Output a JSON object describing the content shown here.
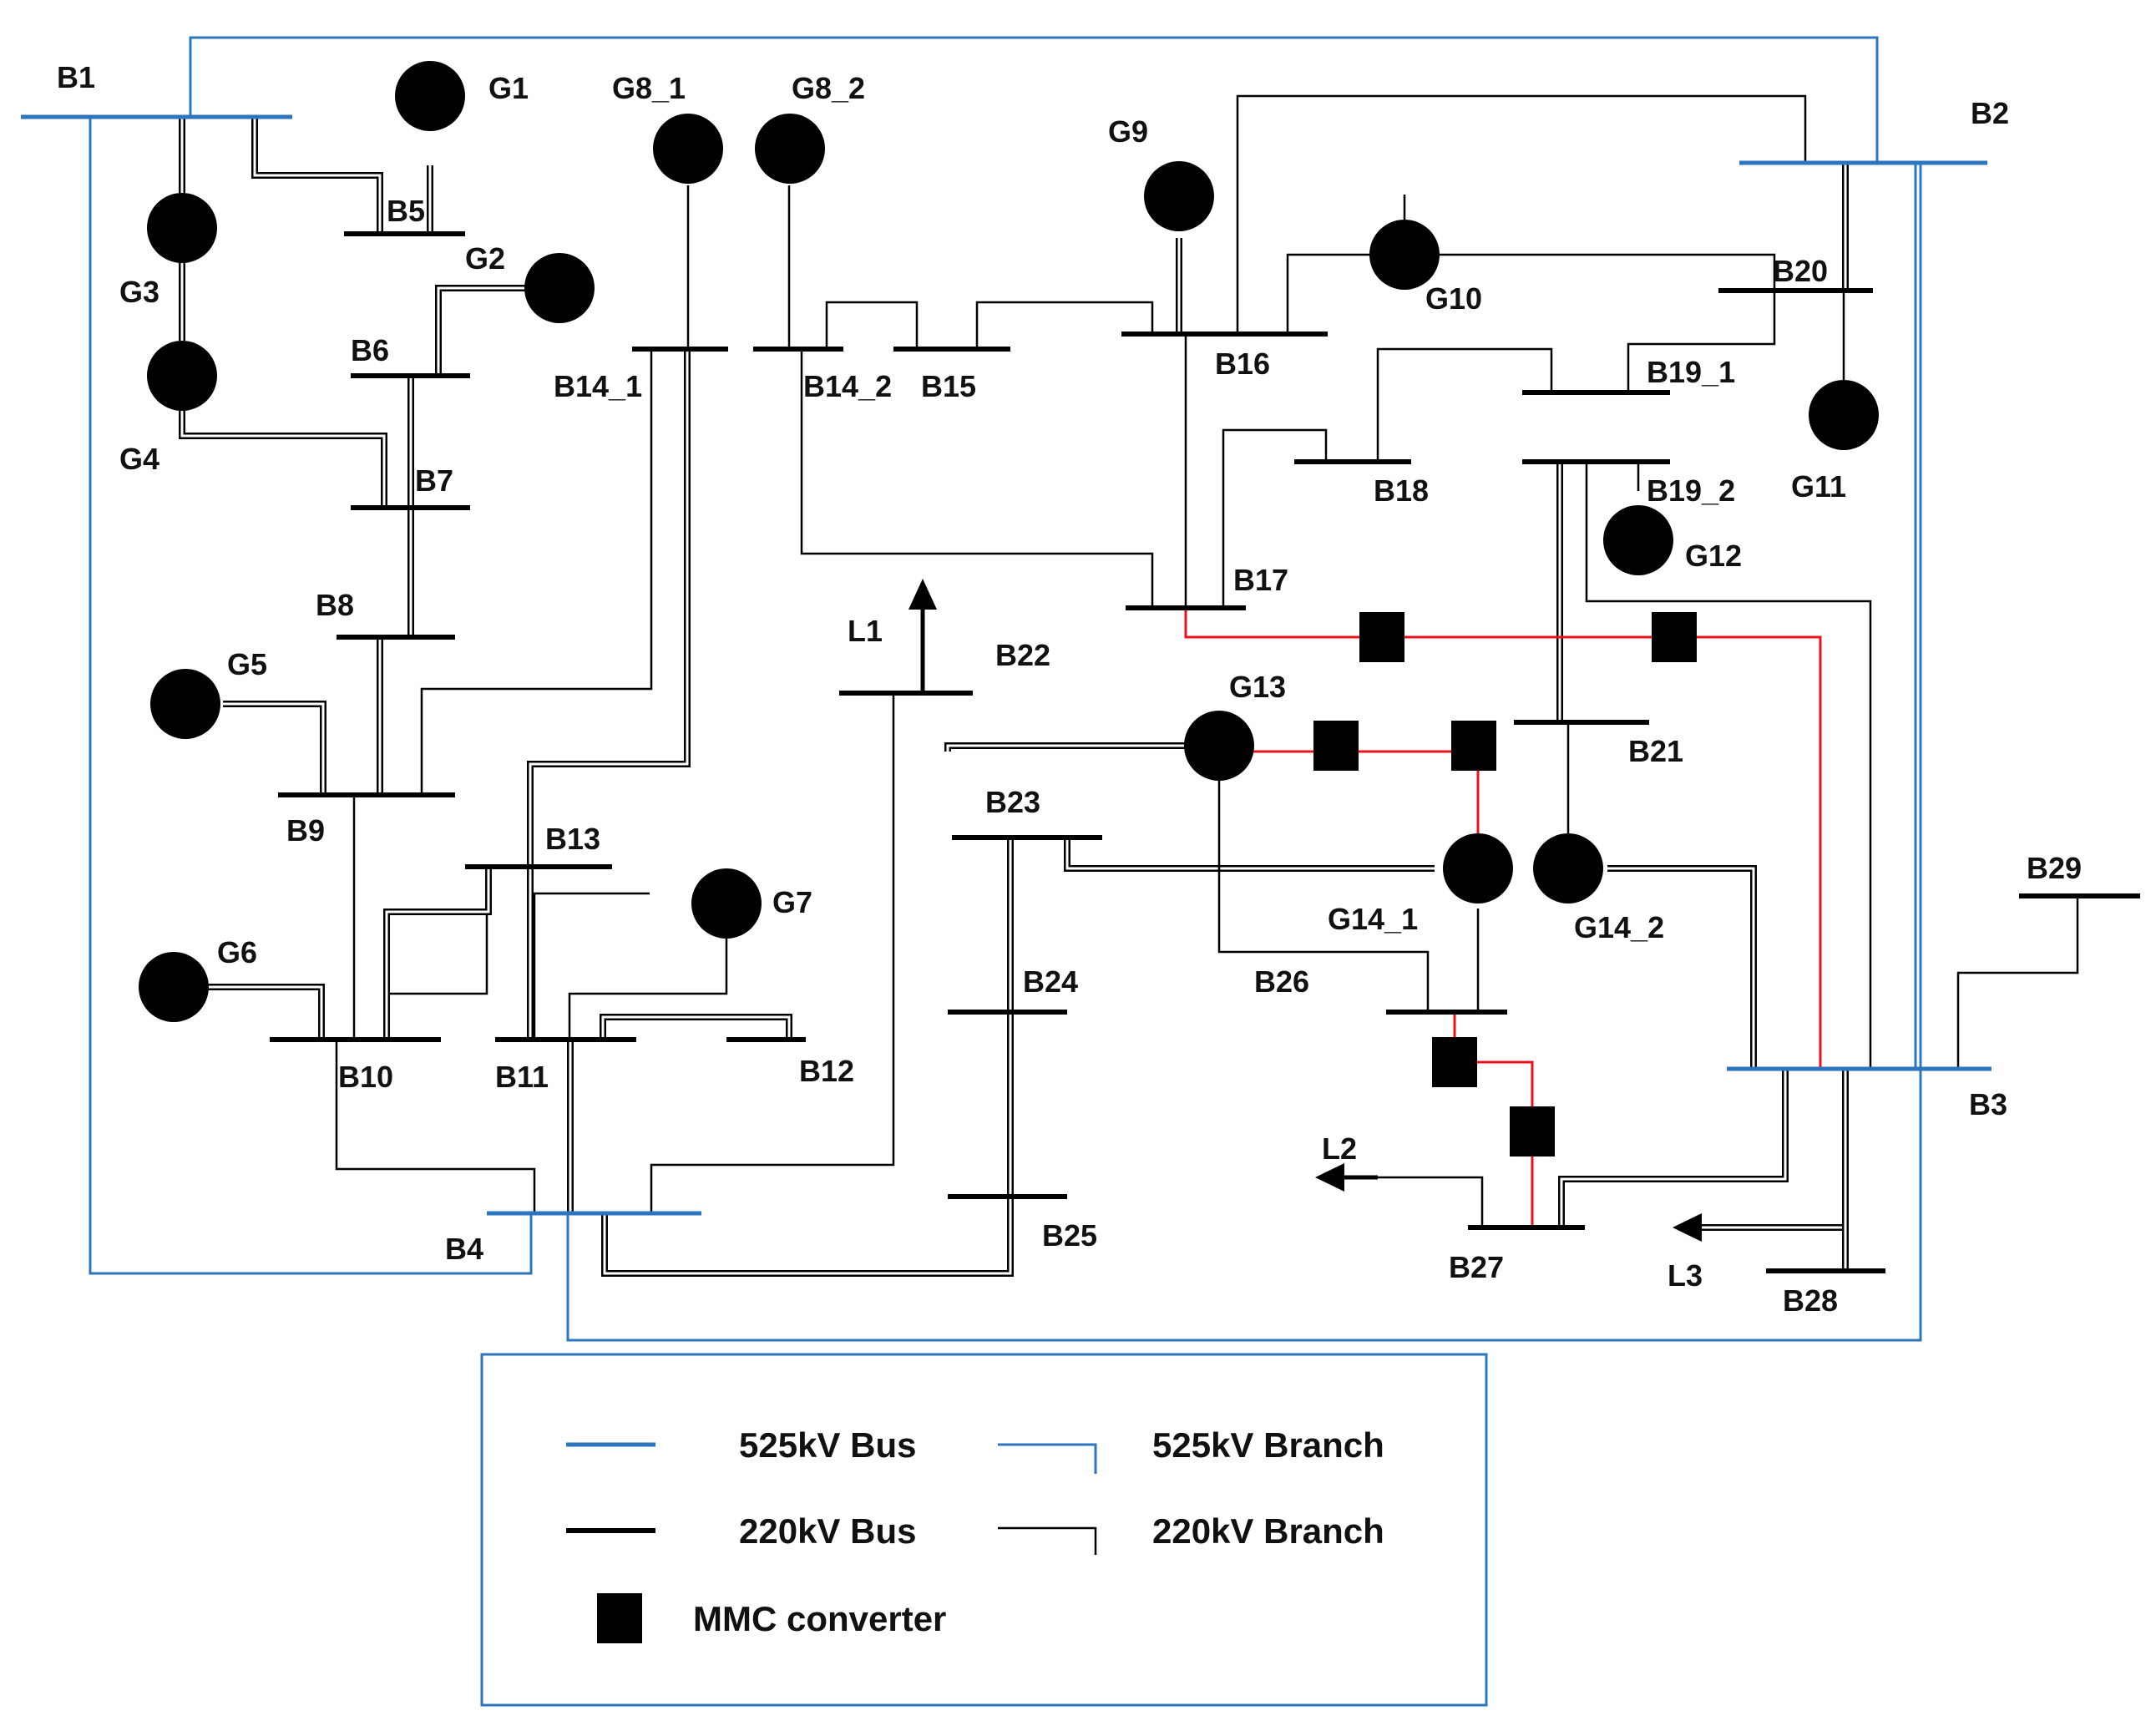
{
  "buses": {
    "B1": "B1",
    "B2": "B2",
    "B3": "B3",
    "B4": "B4",
    "B5": "B5",
    "B6": "B6",
    "B7": "B7",
    "B8": "B8",
    "B9": "B9",
    "B10": "B10",
    "B11": "B11",
    "B12": "B12",
    "B13": "B13",
    "B14_1": "B14_1",
    "B14_2": "B14_2",
    "B15": "B15",
    "B16": "B16",
    "B17": "B17",
    "B18": "B18",
    "B19_1": "B19_1",
    "B19_2": "B19_2",
    "B20": "B20",
    "B21": "B21",
    "B22": "B22",
    "B23": "B23",
    "B24": "B24",
    "B25": "B25",
    "B26": "B26",
    "B27": "B27",
    "B28": "B28",
    "B29": "B29"
  },
  "generators": {
    "G1": "G1",
    "G2": "G2",
    "G3": "G3",
    "G4": "G4",
    "G5": "G5",
    "G6": "G6",
    "G7": "G7",
    "G8_1": "G8_1",
    "G8_2": "G8_2",
    "G9": "G9",
    "G10": "G10",
    "G11": "G11",
    "G12": "G12",
    "G13": "G13",
    "G14_1": "G14_1",
    "G14_2": "G14_2"
  },
  "loads": {
    "L1": "L1",
    "L2": "L2",
    "L3": "L3"
  },
  "legend": {
    "bus_525": "525kV Bus",
    "branch_525": "525kV Branch",
    "bus_220": "220kV Bus",
    "branch_220": "220kV Branch",
    "mmc": "MMC converter"
  },
  "colors": {
    "bus_525": "#2e75c0",
    "bus_220": "#000000",
    "dc_link": "#e8141c",
    "mmc_fill": "#6c8cc9"
  },
  "icons": {
    "generator": "ac-generator-icon",
    "converter": "mmc-converter-icon",
    "load": "load-arrow-icon"
  }
}
